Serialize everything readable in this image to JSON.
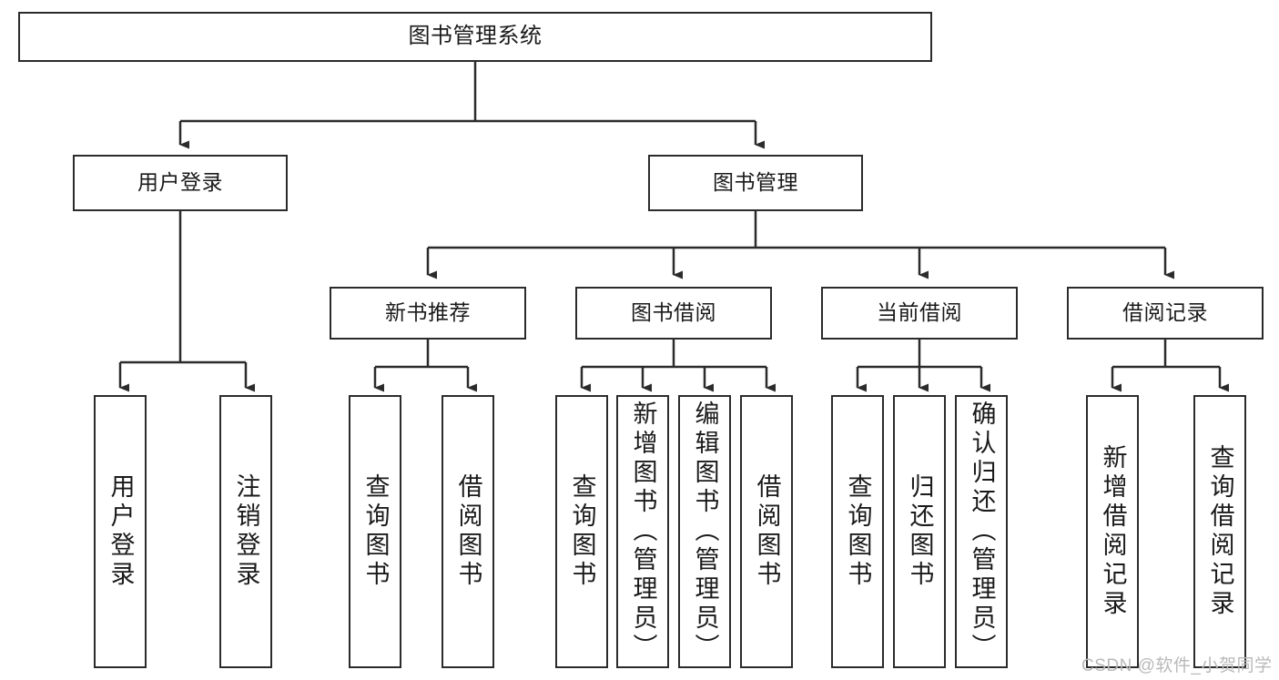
{
  "diagram": {
    "title": "图书管理系统",
    "type": "tree-hierarchy-chart",
    "colors": {
      "box_border": "#2b2b2b",
      "box_fill": "#ffffff",
      "edge": "#2b2b2b",
      "text": "#1a1a1a",
      "watermark": "#b9b9b9"
    },
    "root": {
      "label": "图书管理系统"
    },
    "level1": [
      {
        "label": "用户登录"
      },
      {
        "label": "图书管理"
      }
    ],
    "level2": [
      {
        "label": "新书推荐"
      },
      {
        "label": "图书借阅"
      },
      {
        "label": "当前借阅"
      },
      {
        "label": "借阅记录"
      }
    ],
    "leaves": {
      "user_login": [
        {
          "label": "用户登录"
        },
        {
          "label": "注销登录"
        }
      ],
      "new_book_recommend": [
        {
          "label": "查询图书"
        },
        {
          "label": "借阅图书"
        }
      ],
      "book_borrow": [
        {
          "label": "查询图书"
        },
        {
          "label": "新增图书（管理员）"
        },
        {
          "label": "编辑图书（管理员）"
        },
        {
          "label": "借阅图书"
        }
      ],
      "current_borrow": [
        {
          "label": "查询图书"
        },
        {
          "label": "归还图书"
        },
        {
          "label": "确认归还（管理员）"
        }
      ],
      "borrow_record": [
        {
          "label": "新增借阅记录"
        },
        {
          "label": "查询借阅记录"
        }
      ]
    }
  },
  "watermark": {
    "text": "CSDN @软件_小贺同学"
  }
}
